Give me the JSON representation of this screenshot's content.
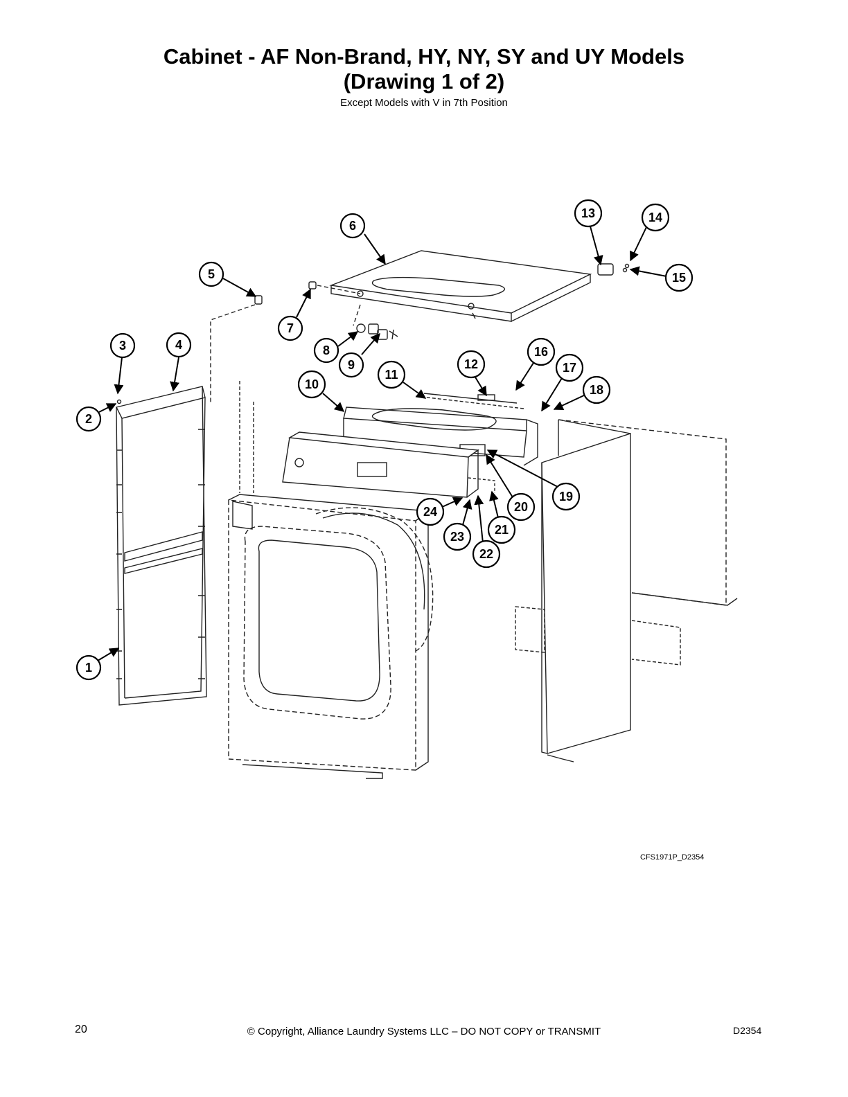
{
  "header": {
    "title_line1": "Cabinet - AF Non-Brand, HY, NY, SY and UY Models",
    "title_line2": "(Drawing 1 of 2)",
    "subtitle": "Except Models with V in 7th Position"
  },
  "callouts": [
    "1",
    "2",
    "3",
    "4",
    "5",
    "6",
    "7",
    "8",
    "9",
    "10",
    "11",
    "12",
    "13",
    "14",
    "15",
    "16",
    "17",
    "18",
    "19",
    "20",
    "21",
    "22",
    "23",
    "24"
  ],
  "drawing_code": "CFS1971P_D2354",
  "footer": {
    "page_number": "20",
    "copyright": "© Copyright, Alliance Laundry Systems LLC – DO NOT COPY or TRANSMIT",
    "doc_id": "D2354"
  }
}
